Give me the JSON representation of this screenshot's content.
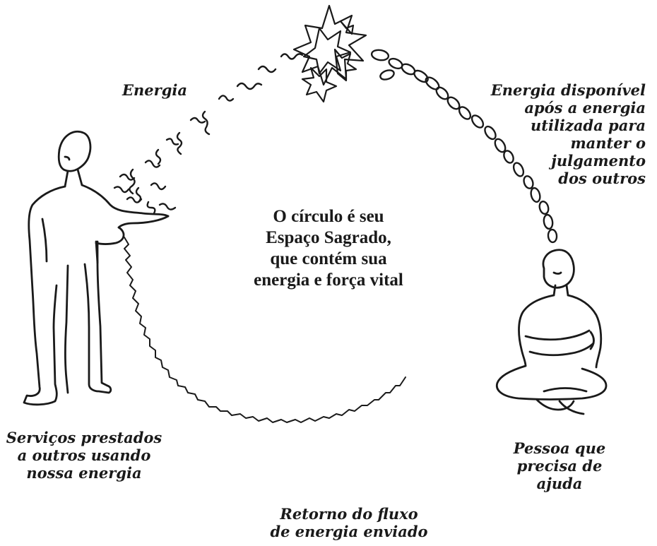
{
  "center_text": {
    "lines": [
      "O círculo é seu",
      "Espaço Sagrado,",
      "que contém sua",
      "energia e força vital"
    ]
  },
  "labels": {
    "energy": "Energia",
    "energy_available": [
      "Energia disponível",
      "após a energia",
      "utilizada para",
      "manter o",
      "julgamento",
      "dos outros"
    ],
    "services": [
      "Serviços prestados",
      "a outros usando",
      "nossa energia"
    ],
    "person": [
      "Pessoa que",
      "precisa de",
      "ajuda"
    ],
    "return_flow": [
      "Retorno do fluxo",
      "de energia enviado"
    ]
  },
  "colors": {
    "ink": "#1a1a1a",
    "background": "#ffffff"
  },
  "icons": {
    "top": "star-burst-icon",
    "left_figure": "standing-person-icon",
    "right_figure": "seated-meditating-person-icon"
  }
}
